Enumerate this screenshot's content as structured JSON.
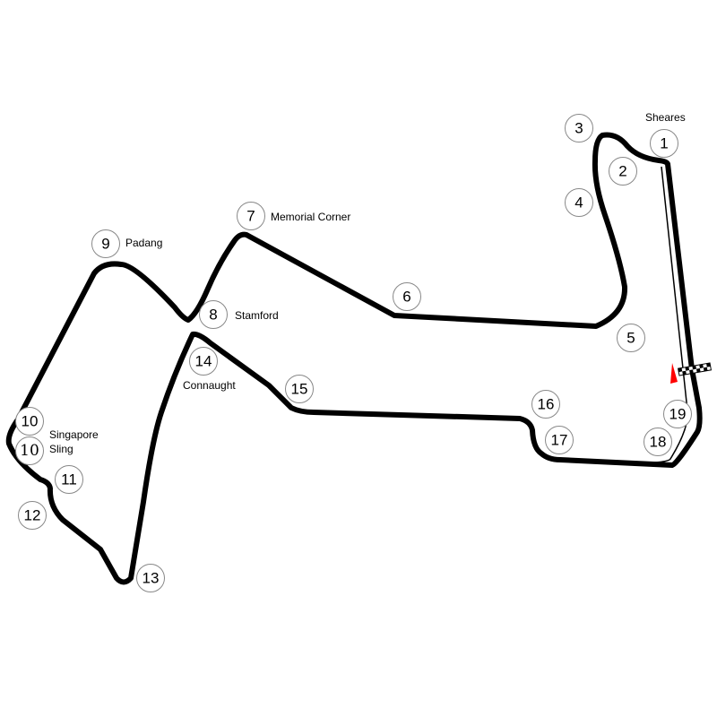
{
  "corners": [
    {
      "n": "1",
      "name": "Sheares"
    },
    {
      "n": "2"
    },
    {
      "n": "3"
    },
    {
      "n": "4"
    },
    {
      "n": "5"
    },
    {
      "n": "6"
    },
    {
      "n": "7",
      "name": "Memorial Corner"
    },
    {
      "n": "8",
      "name": "Stamford"
    },
    {
      "n": "9",
      "name": "Padang"
    },
    {
      "n": "10",
      "name": "Singapore Sling"
    },
    {
      "n": "11"
    },
    {
      "n": "12"
    },
    {
      "n": "13"
    },
    {
      "n": "14",
      "name": "Connaught"
    },
    {
      "n": "15"
    },
    {
      "n": "16"
    },
    {
      "n": "17"
    },
    {
      "n": "18"
    },
    {
      "n": "19"
    }
  ],
  "labels": {
    "sheares": "Sheares",
    "memorial": "Memorial Corner",
    "stamford": "Stamford",
    "padang": "Padang",
    "sling_1": "Singapore",
    "sling_2": "Sling",
    "connaught": "Connaught"
  },
  "colors": {
    "track": "#000000",
    "direction_marker": "#ff0000"
  },
  "icons": {
    "start_finish": "checkered-flag-line",
    "direction": "red-triangle-arrow"
  }
}
